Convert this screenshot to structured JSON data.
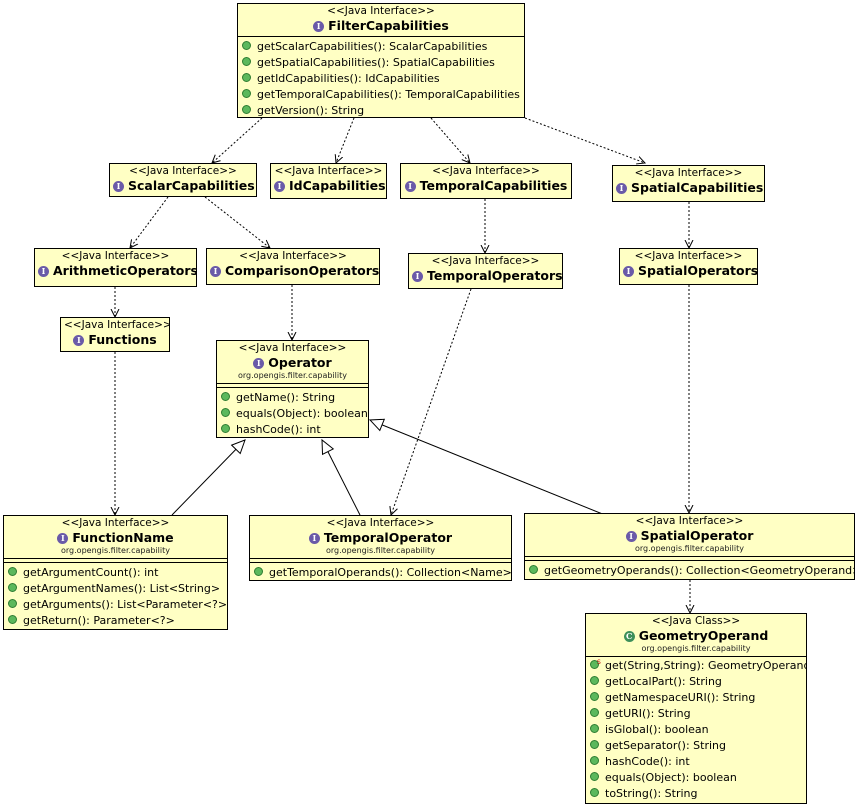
{
  "stereotypes": {
    "interface": "<<Java Interface>>",
    "class": "<<Java Class>>"
  },
  "icons": {
    "interface": "interface-icon",
    "class": "class-icon"
  },
  "classes": {
    "filterCapabilities": {
      "name": "FilterCapabilities",
      "methods": [
        "getScalarCapabilities(): ScalarCapabilities",
        "getSpatialCapabilities(): SpatialCapabilities",
        "getIdCapabilities(): IdCapabilities",
        "getTemporalCapabilities(): TemporalCapabilities",
        "getVersion(): String"
      ]
    },
    "scalarCapabilities": {
      "name": "ScalarCapabilities"
    },
    "idCapabilities": {
      "name": "IdCapabilities"
    },
    "temporalCapabilities": {
      "name": "TemporalCapabilities"
    },
    "spatialCapabilities": {
      "name": "SpatialCapabilities"
    },
    "arithmeticOperators": {
      "name": "ArithmeticOperators"
    },
    "comparisonOperators": {
      "name": "ComparisonOperators"
    },
    "temporalOperators": {
      "name": "TemporalOperators"
    },
    "spatialOperators": {
      "name": "SpatialOperators"
    },
    "functions": {
      "name": "Functions"
    },
    "operator": {
      "name": "Operator",
      "package": "org.opengis.filter.capability",
      "methods": [
        "getName(): String",
        "equals(Object): boolean",
        "hashCode(): int"
      ]
    },
    "functionName": {
      "name": "FunctionName",
      "package": "org.opengis.filter.capability",
      "methods": [
        "getArgumentCount(): int",
        "getArgumentNames(): List<String>",
        "getArguments(): List<Parameter<?>>",
        "getReturn(): Parameter<?>"
      ]
    },
    "temporalOperator": {
      "name": "TemporalOperator",
      "package": "org.opengis.filter.capability",
      "methods": [
        "getTemporalOperands(): Collection<Name>"
      ]
    },
    "spatialOperator": {
      "name": "SpatialOperator",
      "package": "org.opengis.filter.capability",
      "methods": [
        "getGeometryOperands(): Collection<GeometryOperand>"
      ]
    },
    "geometryOperand": {
      "name": "GeometryOperand",
      "package": "org.opengis.filter.capability",
      "methods": [
        "get(String,String): GeometryOperand",
        "getLocalPart(): String",
        "getNamespaceURI(): String",
        "getURI(): String",
        "isGlobal(): boolean",
        "getSeparator(): String",
        "hashCode(): int",
        "equals(Object): boolean",
        "toString(): String"
      ]
    }
  }
}
